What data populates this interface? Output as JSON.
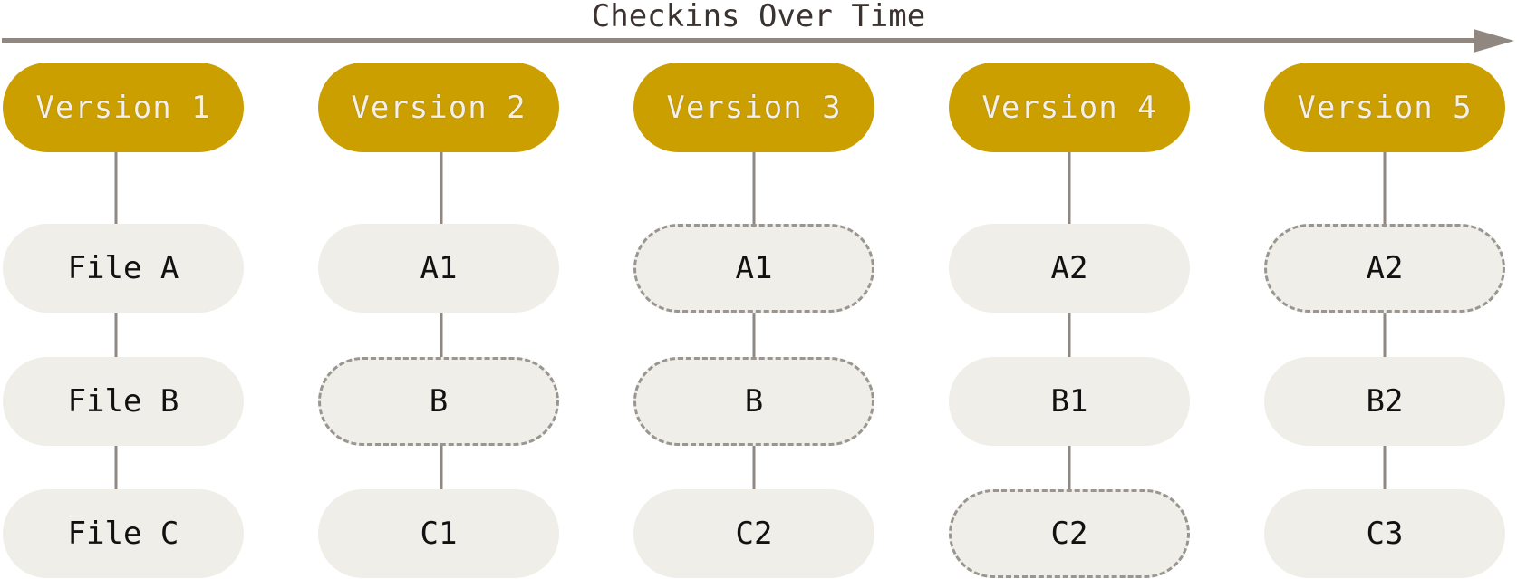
{
  "title": "Checkins Over Time",
  "colors": {
    "version_fill": "#cc9f00",
    "file_fill": "#efeee8",
    "line": "#8f8780",
    "dashed_border": "#9a9590"
  },
  "versions": [
    {
      "label": "Version 1",
      "files": [
        {
          "label": "File A",
          "unchanged": false
        },
        {
          "label": "File B",
          "unchanged": false
        },
        {
          "label": "File C",
          "unchanged": false
        }
      ]
    },
    {
      "label": "Version 2",
      "files": [
        {
          "label": "A1",
          "unchanged": false
        },
        {
          "label": "B",
          "unchanged": true
        },
        {
          "label": "C1",
          "unchanged": false
        }
      ]
    },
    {
      "label": "Version 3",
      "files": [
        {
          "label": "A1",
          "unchanged": true
        },
        {
          "label": "B",
          "unchanged": true
        },
        {
          "label": "C2",
          "unchanged": false
        }
      ]
    },
    {
      "label": "Version 4",
      "files": [
        {
          "label": "A2",
          "unchanged": false
        },
        {
          "label": "B1",
          "unchanged": false
        },
        {
          "label": "C2",
          "unchanged": true
        }
      ]
    },
    {
      "label": "Version 5",
      "files": [
        {
          "label": "A2",
          "unchanged": true
        },
        {
          "label": "B2",
          "unchanged": false
        },
        {
          "label": "C3",
          "unchanged": false
        }
      ]
    }
  ]
}
